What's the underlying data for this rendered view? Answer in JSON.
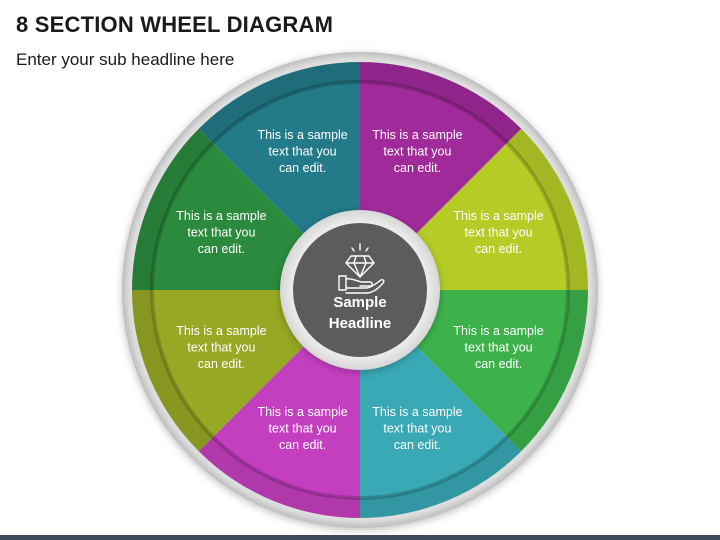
{
  "title": "8 SECTION WHEEL DIAGRAM",
  "subtitle": "Enter your sub headline here",
  "center": {
    "line1": "Sample",
    "line2": "Headline",
    "icon": "diamond-in-hand-icon"
  },
  "segments": [
    {
      "color": "#a02a9a",
      "lines": [
        "This is a sample",
        "text that you",
        "can edit."
      ]
    },
    {
      "color": "#b5cc26",
      "lines": [
        "This is a sample",
        "text that you",
        "can edit."
      ]
    },
    {
      "color": "#3db24b",
      "lines": [
        "This is a sample",
        "text that you",
        "can edit."
      ]
    },
    {
      "color": "#38a9b5",
      "lines": [
        "This is a sample",
        "text that you",
        "can edit."
      ]
    },
    {
      "color": "#c43fbf",
      "lines": [
        "This is a sample",
        "text that you",
        "can edit."
      ]
    },
    {
      "color": "#97a824",
      "lines": [
        "This is a sample",
        "text that you",
        "can edit."
      ]
    },
    {
      "color": "#2b8a3e",
      "lines": [
        "This is a sample",
        "text that you",
        "can edit."
      ]
    },
    {
      "color": "#237a88",
      "lines": [
        "This is a sample",
        "text that you",
        "can edit."
      ]
    }
  ]
}
